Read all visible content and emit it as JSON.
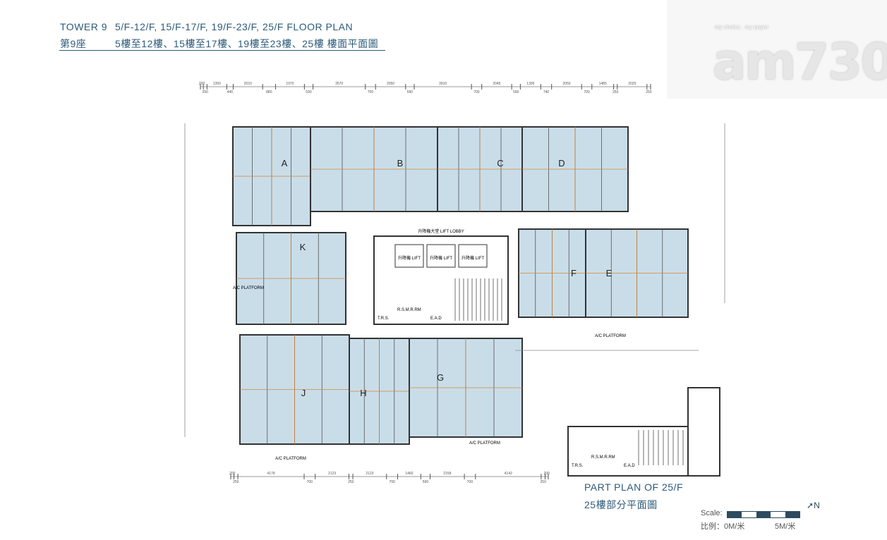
{
  "header": {
    "tower_en": "TOWER 9",
    "floors_en": "5/F-12/F, 15/F-17/F, 19/F-23/F, 25/F FLOOR PLAN",
    "tower_zh": "第9座",
    "floors_zh": "5樓至12樓、15樓至17樓、19樓至23樓、25樓 樓面平面圖"
  },
  "logo": {
    "text": "am730",
    "tagline": "my choice . my paper"
  },
  "plan": {
    "units": [
      "A",
      "B",
      "C",
      "D",
      "K",
      "F",
      "E",
      "J",
      "H",
      "G"
    ],
    "core": {
      "lift_lobby": "升降機大堂 LIFT LOBBY",
      "lift": "升降機 LIFT",
      "trs": "T.R.S.",
      "rsmr": "R.S.M.R.RM",
      "ead": "E.A.D"
    },
    "ac_platform": "A/C PLATFORM",
    "top_dims": [
      "200",
      "250",
      "1350",
      "440",
      "2010",
      "880",
      "1970",
      "590",
      "3570",
      "700",
      "2050",
      "590",
      "3910",
      "700",
      "2045",
      "590",
      "1395",
      "740",
      "2050",
      "700",
      "1485",
      "250",
      "2025",
      "250"
    ],
    "bottom_dims": [
      "200",
      "250",
      "4178",
      "700",
      "2123",
      "250",
      "2123",
      "700",
      "1460",
      "590",
      "2158",
      "700",
      "4142",
      "250",
      "200"
    ],
    "wall_color": "#333333",
    "room_fill": "#c9dde9",
    "dimension_color": "#d2873a"
  },
  "part_plan": {
    "title_en": "PART PLAN OF 25/F",
    "title_zh": "25樓部分平面圖"
  },
  "scale": {
    "label": "Scale:",
    "label_zh": "比例：0M/米",
    "end": "5M/米",
    "north": "N"
  }
}
